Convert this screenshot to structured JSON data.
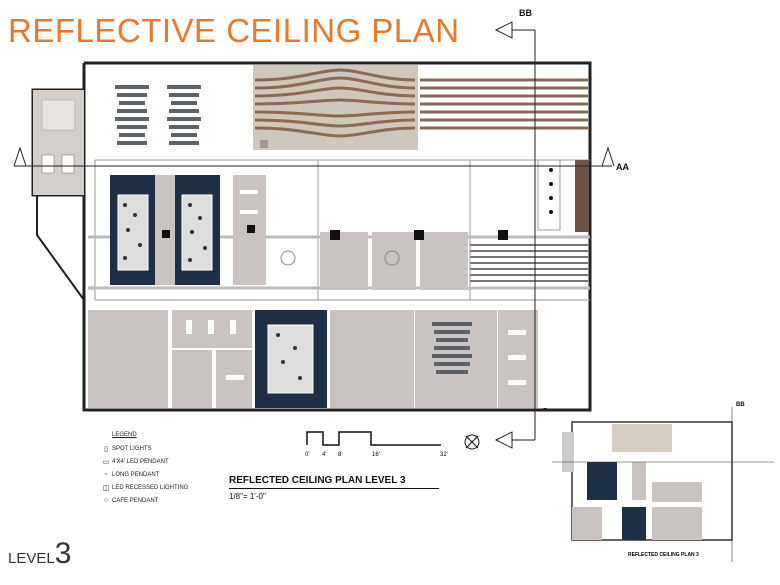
{
  "title": "REFLECTIVE CEILING PLAN",
  "level": {
    "word": "LEVEL",
    "number": "3"
  },
  "plan_title": "REFLECTED CEILING PLAN LEVEL 3",
  "plan_scale": "1/8\"= 1'-0\"",
  "section_labels": {
    "bb": "BB",
    "aa": "AA"
  },
  "scale_bar": {
    "ticks": [
      "0'",
      "4'",
      "8'",
      "16'",
      "32'"
    ]
  },
  "legend": {
    "heading": "LEGEND",
    "items": [
      {
        "symbol": "spot-lights-icon",
        "label": "SPOT LIGHTS"
      },
      {
        "symbol": "led-pendant-icon",
        "label": "4'X4' LED PENDANT"
      },
      {
        "symbol": "long-pendant-icon",
        "label": "LONG PENDANT"
      },
      {
        "symbol": "led-recessed-icon",
        "label": "LED RECESSED LIGHTING"
      },
      {
        "symbol": "cafe-pendant-icon",
        "label": "CAFE PENDANT"
      }
    ]
  },
  "mini_plan": {
    "title": "REFLECTED CEILING PLAN 3",
    "section_label": "BB"
  },
  "colors": {
    "title": "#e8792b",
    "panel": "#c9c4c1",
    "dark_panel": "#1f2f45",
    "wood": "#8a6a55"
  }
}
